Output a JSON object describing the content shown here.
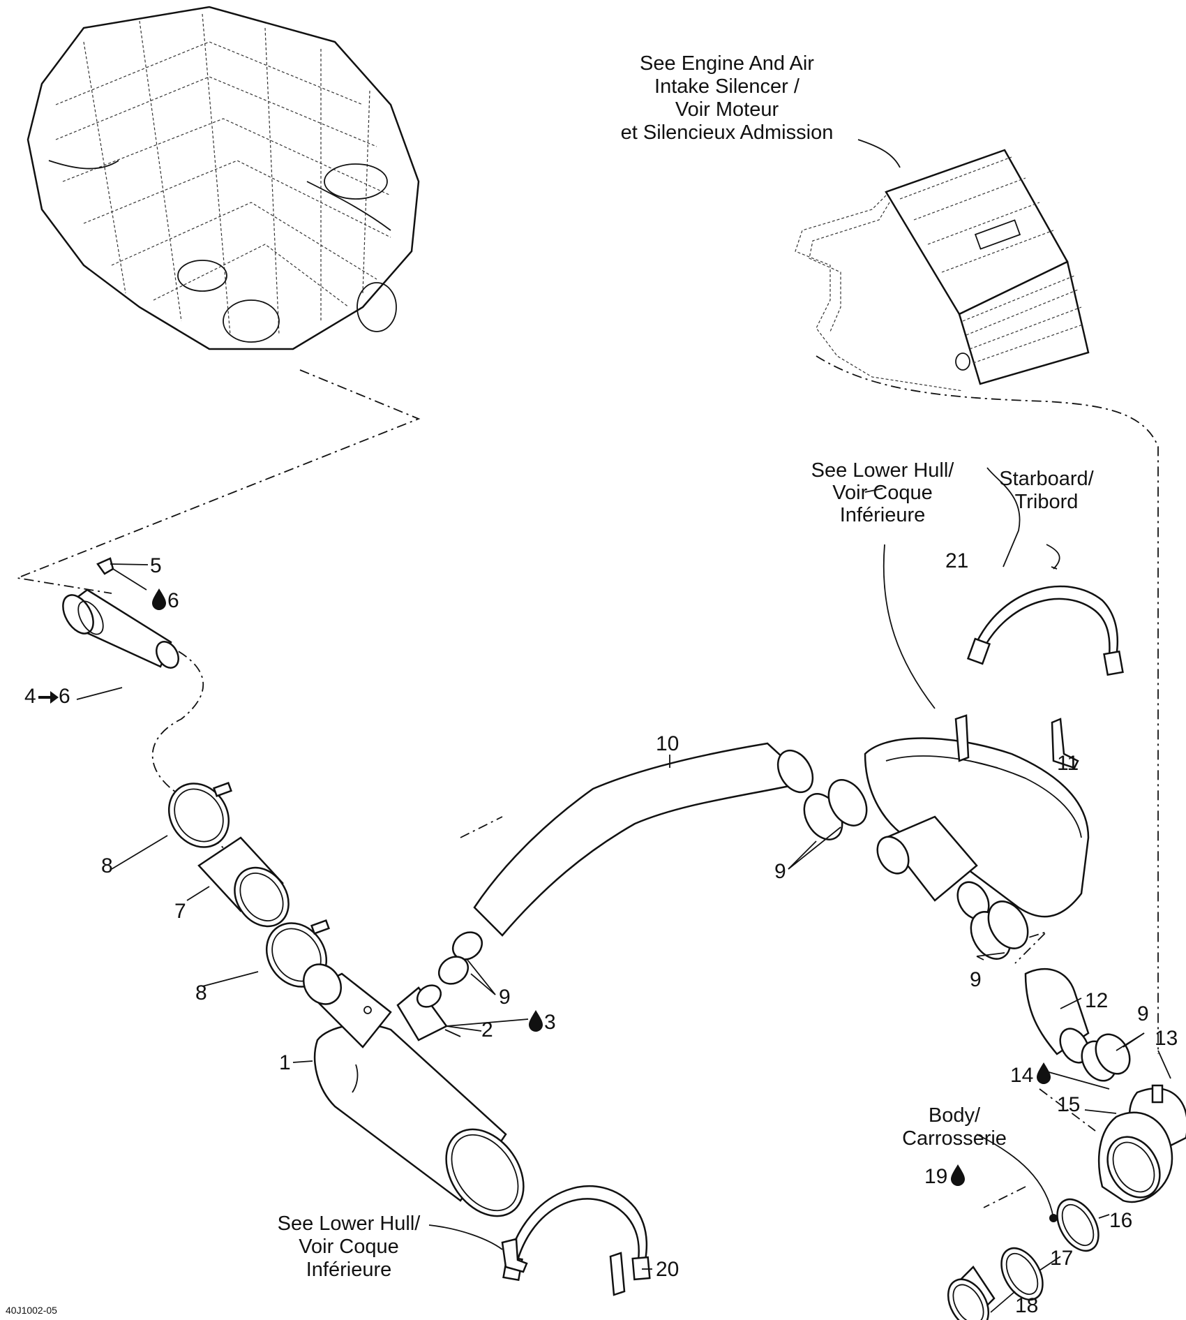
{
  "reference_code": "40J1002-05",
  "notes": {
    "engine_silencer": [
      "See Engine And Air",
      "Intake Silencer /",
      "Voir Moteur",
      "et Silencieux Admission"
    ],
    "lower_hull_right": [
      "See Lower Hull/",
      "Voir Coque",
      "Inférieure"
    ],
    "lower_hull_left": [
      "See Lower Hull/",
      "Voir Coque",
      "Inférieure"
    ],
    "starboard": [
      "Starboard/",
      "Tribord"
    ],
    "body": [
      "Body/",
      "Carrosserie"
    ]
  },
  "callouts": {
    "c1": "1",
    "c2": "2",
    "c3": "3",
    "c4": "4",
    "c4_to": "6",
    "c5": "5",
    "c6": "6",
    "c7": "7",
    "c8a": "8",
    "c8b": "8",
    "c9a": "9",
    "c9b": "9",
    "c9c": "9",
    "c9d": "9",
    "c10": "10",
    "c11": "11",
    "c12": "12",
    "c13": "13",
    "c14": "14",
    "c15": "15",
    "c16": "16",
    "c17": "17",
    "c18": "18",
    "c19": "19",
    "c20": "20",
    "c21": "21"
  },
  "icons": {
    "lubricant": "drop-icon",
    "assembly": "arrow-right-icon"
  }
}
